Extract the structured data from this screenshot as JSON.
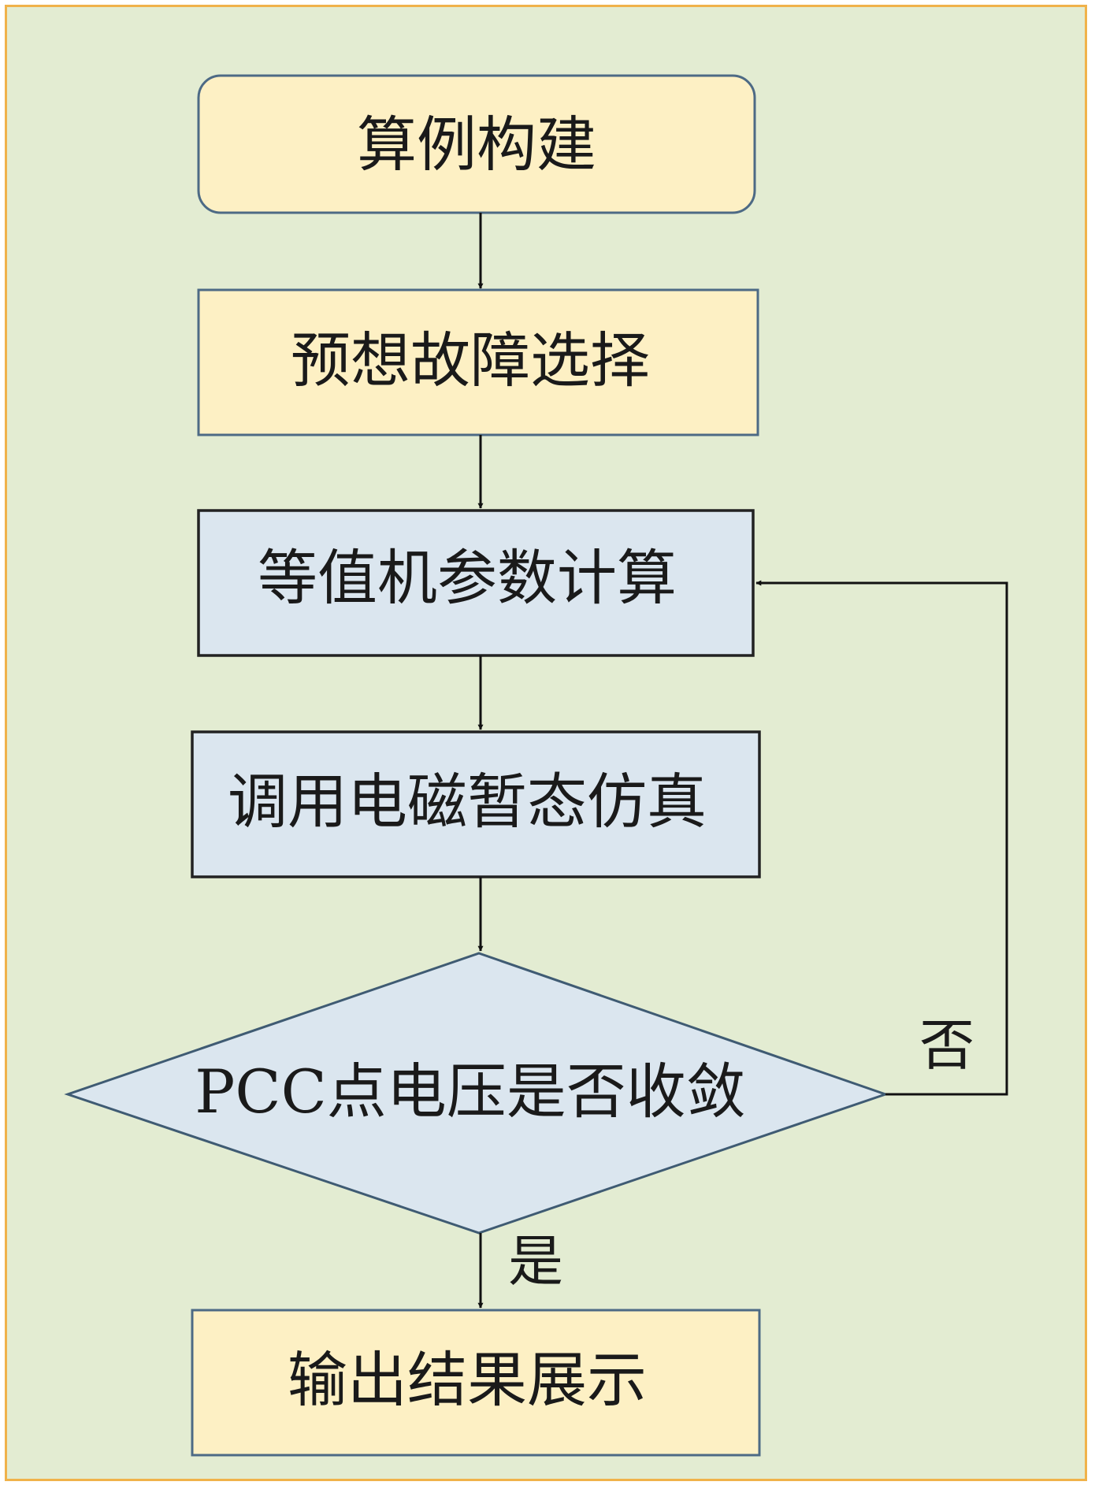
{
  "flowchart": {
    "nodes": {
      "build_case": "算例构建",
      "fault_select": "预想故障选择",
      "equiv_param": "等值机参数计算",
      "em_sim": "调用电磁暂态仿真",
      "pcc_check": "PCC点电压是否收敛",
      "output": "输出结果展示"
    },
    "edges": {
      "no_label": "否",
      "yes_label": "是"
    }
  },
  "colors": {
    "frame_border": "#f0b24a",
    "background": "#e3ecd2",
    "yellow_fill": "#fdf0c4",
    "blue_fill": "#dbe6ef",
    "stroke": "#3f5b73"
  }
}
